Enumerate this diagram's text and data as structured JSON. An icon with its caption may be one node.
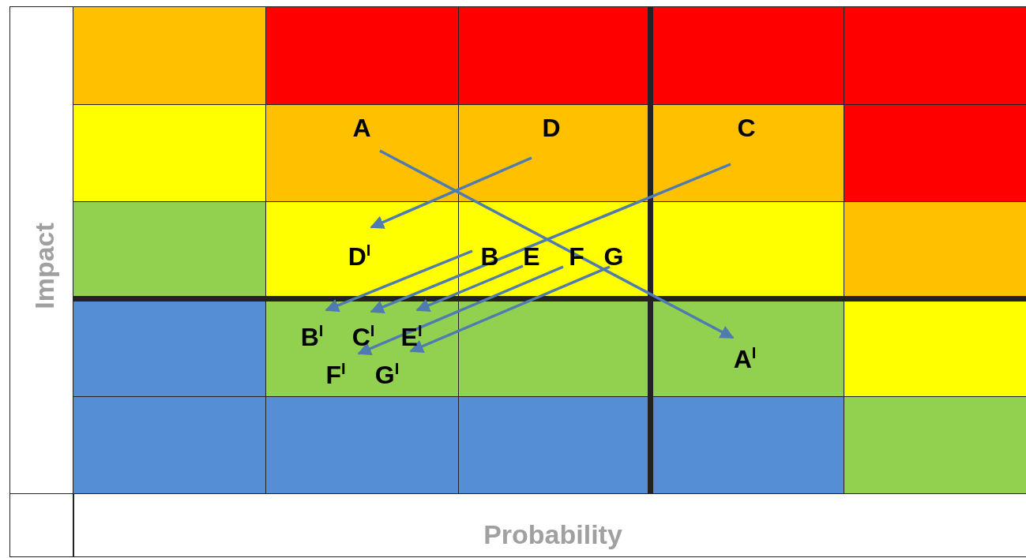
{
  "diagram": {
    "nodes": [
      {
        "text": [
          "A"
        ]
      },
      {
        "text": [
          "D"
        ]
      },
      {
        "text": [
          "C"
        ]
      },
      {
        "text": [
          "D$^{I}$"
        ]
      },
      {
        "text": [
          "B"
        ]
      },
      {
        "text": [
          "E"
        ]
      },
      {
        "text": [
          "F"
        ]
      },
      {
        "text": [
          "G"
        ]
      },
      {
        "text": [
          "B$^{I}$"
        ]
      },
      {
        "text": [
          "C$^{I}$"
        ]
      },
      {
        "text": [
          "E$^{I}$"
        ]
      },
      {
        "text": [
          "A$^{I}$"
        ]
      },
      {
        "text": [
          "F$^{I}$"
        ]
      },
      {
        "text": [
          "G$^{I}$"
        ]
      }
    ],
    "edges": [
      {
        "from": 0,
        "to": 11,
        "arrow": "to"
      },
      {
        "from": 1,
        "to": 3,
        "arrow": "to"
      },
      {
        "from": 2,
        "to": 9,
        "arrow": "to"
      },
      {
        "from": 4,
        "to": 8,
        "arrow": "to"
      },
      {
        "from": 5,
        "to": 10,
        "arrow": "to"
      },
      {
        "from": 6,
        "to": 12,
        "arrow": "to"
      },
      {
        "from": 7,
        "to": 13,
        "arrow": "to"
      }
    ],
    "labels": [
      "Impact",
      "Probability"
    ]
  }
}
